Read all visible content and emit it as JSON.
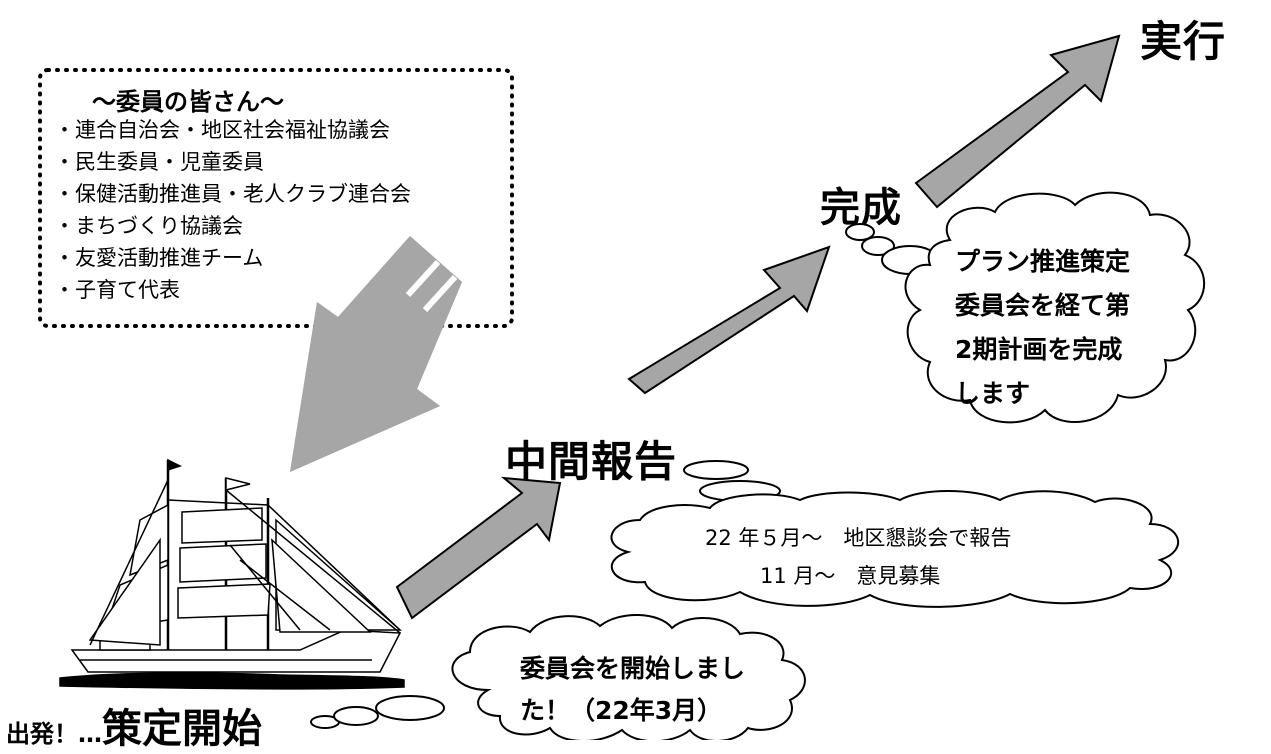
{
  "stages": {
    "start_prefix": "出発！…",
    "start_main": "策定開始",
    "interim": "中間報告",
    "complete": "完成",
    "execute": "実行"
  },
  "members": {
    "title": "～委員の皆さん～",
    "items": [
      "・連合自治会・地区社会福祉協議会",
      "・民生委員・児童委員",
      "・保健活動推進員・老人クラブ連合会",
      "・まちづくり協議会",
      "・友愛活動推進チーム",
      "・子育て代表"
    ]
  },
  "clouds": {
    "start": {
      "line1": "委員会を開始しまし",
      "line2": "た！（22年3月）"
    },
    "interim": {
      "line1": "22 年５月～　地区懇談会で報告",
      "line2": "11 月～　意見募集"
    },
    "complete": {
      "lines": [
        "プラン推進策定",
        "委員会を経て第",
        "2期計画を完成",
        "します"
      ]
    }
  },
  "colors": {
    "arrow": "#a6a6a6",
    "outline": "#000000"
  }
}
